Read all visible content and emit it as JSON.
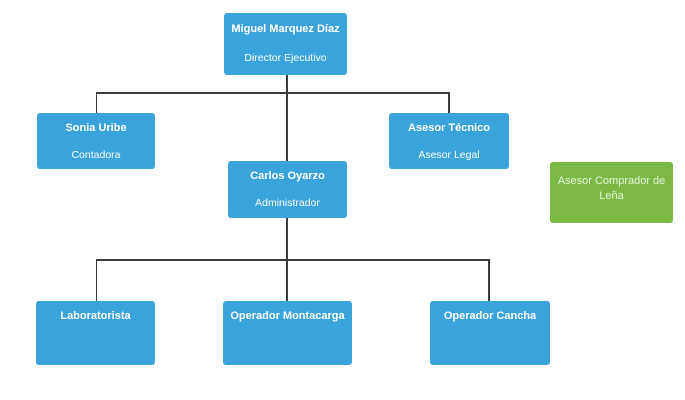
{
  "diagram": {
    "type": "org-chart",
    "nodes": [
      {
        "id": "director-ejecutivo",
        "title": "Miguel Marquez Díaz",
        "subtitle": "Director Ejecutivo",
        "color": "blue"
      },
      {
        "id": "contadora",
        "title": "Sonia Uribe",
        "subtitle": "Contadora",
        "color": "blue"
      },
      {
        "id": "asesor-tecnico",
        "title": "Asesor Técnico",
        "subtitle": "Asesor Legal",
        "color": "blue"
      },
      {
        "id": "administrador",
        "title": "Carlos Oyarzo",
        "subtitle": "Administrador",
        "color": "blue"
      },
      {
        "id": "asesor-comprador",
        "title": "Asesor Comprador de Leña",
        "subtitle": "",
        "color": "green"
      },
      {
        "id": "laboratorista",
        "title": "Laboratorista",
        "subtitle": "",
        "color": "blue"
      },
      {
        "id": "operador-montacarga",
        "title": "Operador Montacarga",
        "subtitle": "",
        "color": "blue"
      },
      {
        "id": "operador-cancha",
        "title": "Operador Cancha",
        "subtitle": "",
        "color": "blue"
      }
    ],
    "colors": {
      "node_blue": "#3ba3dc",
      "node_green": "#7cb944",
      "text": "#ffffff",
      "green_text": "#e8f1db",
      "connector": "#3b3b3b",
      "background": "#ffffff"
    }
  }
}
